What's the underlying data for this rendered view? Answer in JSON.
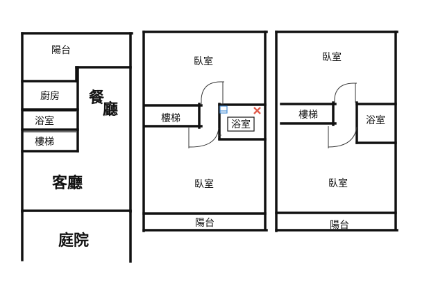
{
  "plan_1f": {
    "balcony": "陽台",
    "kitchen": "廚房",
    "dining": "餐廳",
    "bathroom": "浴室",
    "stairs": "樓梯",
    "living": "客廳",
    "courtyard": "庭院"
  },
  "plan_2f": {
    "bedroom_top": "臥室",
    "stairs": "樓梯",
    "bathroom": "浴室",
    "bedroom_bottom": "臥室",
    "balcony": "陽台"
  },
  "plan_3f": {
    "bedroom_top": "臥室",
    "stairs": "樓梯",
    "bathroom": "浴室",
    "bedroom_bottom": "臥室",
    "balcony": "陽台"
  },
  "colors": {
    "wall": "#111111",
    "marker_delete": "#e05a4a",
    "marker_object": "#4a8fd6"
  },
  "icons": [
    "close-icon",
    "object-icon"
  ]
}
